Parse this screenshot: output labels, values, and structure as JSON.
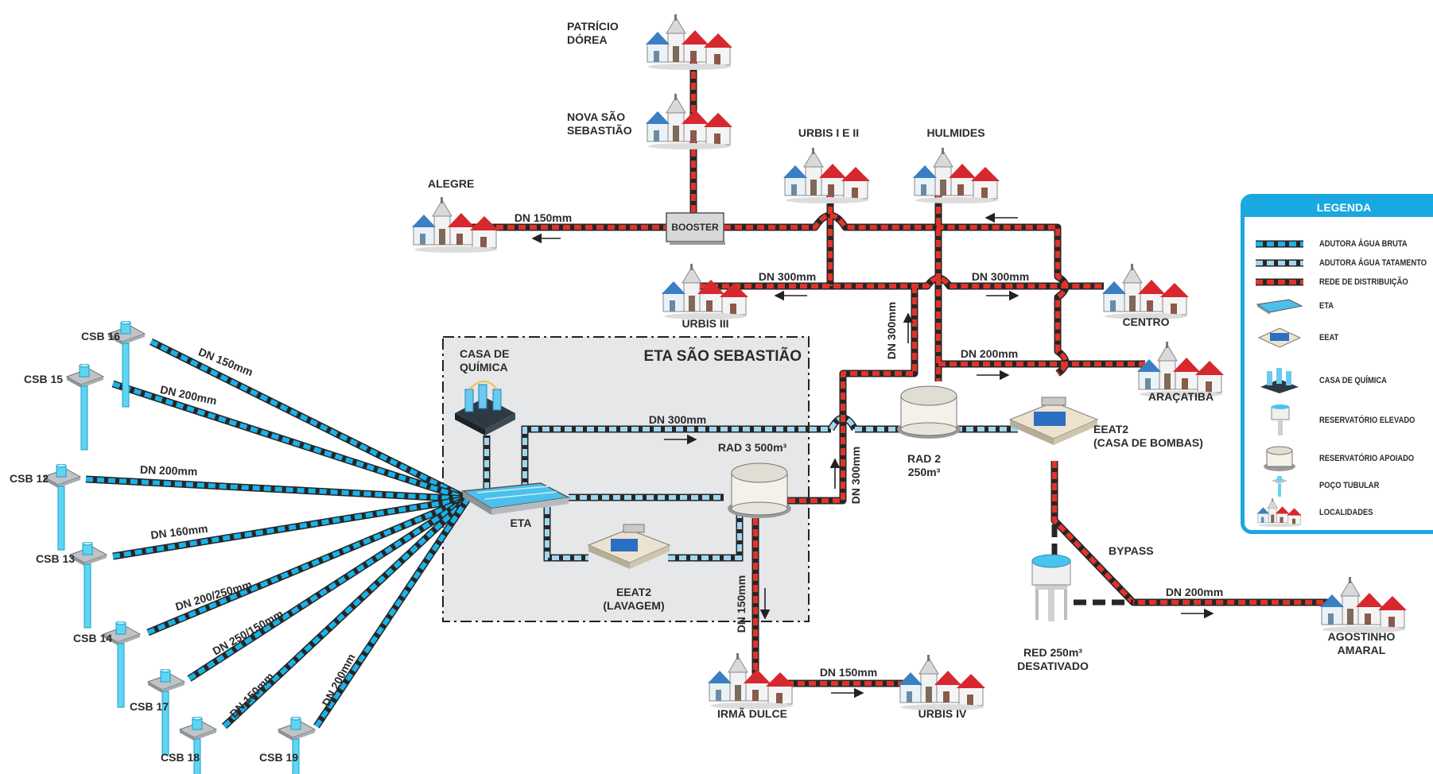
{
  "title": "ETA SÃO SEBASTIÃO",
  "colors": {
    "raw_water": "#1ab2e8",
    "treated_water": "#9fd7f0",
    "distribution": "#e0342b",
    "pipe_dash": "#262626",
    "eta_zone": "#e6e7e9",
    "legend_accent": "#19a8e0"
  },
  "wells": [
    {
      "id": "csb16",
      "label": "CSB 16"
    },
    {
      "id": "csb15",
      "label": "CSB 15"
    },
    {
      "id": "csb12",
      "label": "CSB 12"
    },
    {
      "id": "csb13",
      "label": "CSB 13"
    },
    {
      "id": "csb14",
      "label": "CSB 14"
    },
    {
      "id": "csb17",
      "label": "CSB 17"
    },
    {
      "id": "csb18",
      "label": "CSB 18"
    },
    {
      "id": "csb19",
      "label": "CSB 19"
    }
  ],
  "well_pipes": [
    {
      "label": "DN 150mm"
    },
    {
      "label": "DN 200mm"
    },
    {
      "label": "DN 200mm"
    },
    {
      "label": "DN 160mm"
    },
    {
      "label": "DN 200/250mm"
    },
    {
      "label": "DN 250/150mm"
    },
    {
      "label": "DN 150mm"
    },
    {
      "label": "DN 200mm"
    }
  ],
  "facilities": {
    "casa_quimica": [
      "CASA DE",
      "QUÍMICA"
    ],
    "eta": "ETA",
    "eeat_lavagem": [
      "EEAT2",
      "(LAVAGEM)"
    ],
    "rad3": "RAD 3 500m³",
    "rad2": [
      "RAD 2",
      "250m³"
    ],
    "eeat_bombas": [
      "EEAT2",
      "(CASA DE BOMBAS)"
    ],
    "booster": "BOOSTER",
    "red": [
      "RED 250m³",
      "DESATIVADO"
    ],
    "bypass": "BYPASS"
  },
  "localities": {
    "patricio": [
      "PATRÍCIO",
      "DÓREA"
    ],
    "nova_sao_sebastiao": [
      "NOVA SÃO",
      "SEBASTIÃO"
    ],
    "alegre": "ALEGRE",
    "urbis12": "URBIS I E II",
    "hulmides": "HULMIDES",
    "urbis3": "URBIS III",
    "centro": "CENTRO",
    "aracatiba": "ARAÇATIBA",
    "irma_dulce": "IRMÃ DULCE",
    "urbis4": "URBIS IV",
    "agostinho": [
      "AGOSTINHO",
      "AMARAL"
    ]
  },
  "pipe_labels": {
    "eta_rad2": "DN 300mm",
    "booster_alegre": "DN 150mm",
    "urbis3_line": "DN 300mm",
    "centro_line": "DN 300mm",
    "vert_hulmides": "DN 300mm",
    "aracatiba_line": "DN 200mm",
    "rad3_rise": "DN 300mm",
    "rad3_down": "DN 150mm",
    "irma_urbis4": "DN 150mm",
    "agostinho_line": "DN 200mm"
  },
  "legend": {
    "title": "LEGENDA",
    "items": [
      {
        "id": "raw",
        "label": "ADUTORA ÁGUA BRUTA",
        "icon": "pipe-raw-icon"
      },
      {
        "id": "treated",
        "label": "ADUTORA ÁGUA TATAMENTO",
        "icon": "pipe-treated-icon"
      },
      {
        "id": "dist",
        "label": "REDE DE DISTRIBUIÇÃO",
        "icon": "pipe-distribution-icon"
      },
      {
        "id": "eta",
        "label": "ETA",
        "icon": "eta-icon"
      },
      {
        "id": "eeat",
        "label": "EEAT",
        "icon": "eeat-icon"
      },
      {
        "id": "casa",
        "label": "CASA DE QUÍMICA",
        "icon": "chemical-house-icon"
      },
      {
        "id": "rel",
        "label": "RESERVATÓRIO ELEVADO",
        "icon": "elevated-tank-icon"
      },
      {
        "id": "rap",
        "label": "RESERVATÓRIO APOIADO",
        "icon": "ground-tank-icon"
      },
      {
        "id": "poco",
        "label": "POÇO TUBULAR",
        "icon": "tubular-well-icon"
      },
      {
        "id": "loc",
        "label": "LOCALIDADES",
        "icon": "locality-icon"
      }
    ]
  }
}
